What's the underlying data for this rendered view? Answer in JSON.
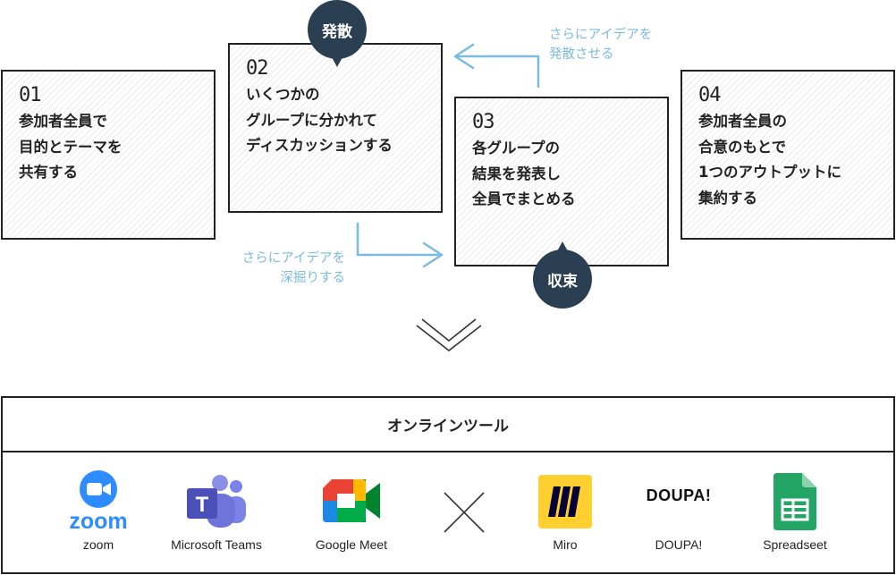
{
  "steps": [
    {
      "num": "01",
      "lines": [
        "参加者全員で",
        "目的とテーマを",
        "共有する"
      ]
    },
    {
      "num": "02",
      "lines": [
        "いくつかの",
        "グループに分かれて",
        "ディスカッションする"
      ]
    },
    {
      "num": "03",
      "lines": [
        "各グループの",
        "結果を発表し",
        "全員でまとめる"
      ]
    },
    {
      "num": "04",
      "lines": [
        "参加者全員の",
        "合意のもとで",
        "1つのアウトプットに",
        "集約する"
      ]
    }
  ],
  "bubbles": {
    "diverge": "発散",
    "converge": "収束"
  },
  "notes": {
    "top": [
      "さらにアイデアを",
      "発散させる"
    ],
    "bottom": [
      "さらにアイデアを",
      "深掘りする"
    ]
  },
  "tools_section": {
    "title": "オンラインツール",
    "zoom_logo_text": "zoom",
    "doupa_logo_text": "DOUPA!",
    "items": [
      {
        "label": "zoom",
        "icon": "zoom-icon"
      },
      {
        "label": "Microsoft Teams",
        "icon": "teams-icon"
      },
      {
        "label": "Google Meet",
        "icon": "google-meet-icon"
      },
      {
        "label": "Miro",
        "icon": "miro-icon"
      },
      {
        "label": "DOUPA!",
        "icon": "doupa-icon"
      },
      {
        "label": "Spreadseet",
        "icon": "sheets-icon"
      }
    ]
  },
  "colors": {
    "bubble": "#2b3f52",
    "accent_blue": "#7cbbe0",
    "border": "#222222",
    "zoom_blue": "#2d8cff",
    "teams_purple": "#5b5fc7",
    "miro_yellow": "#ffd02f",
    "sheets_green": "#23a566"
  }
}
